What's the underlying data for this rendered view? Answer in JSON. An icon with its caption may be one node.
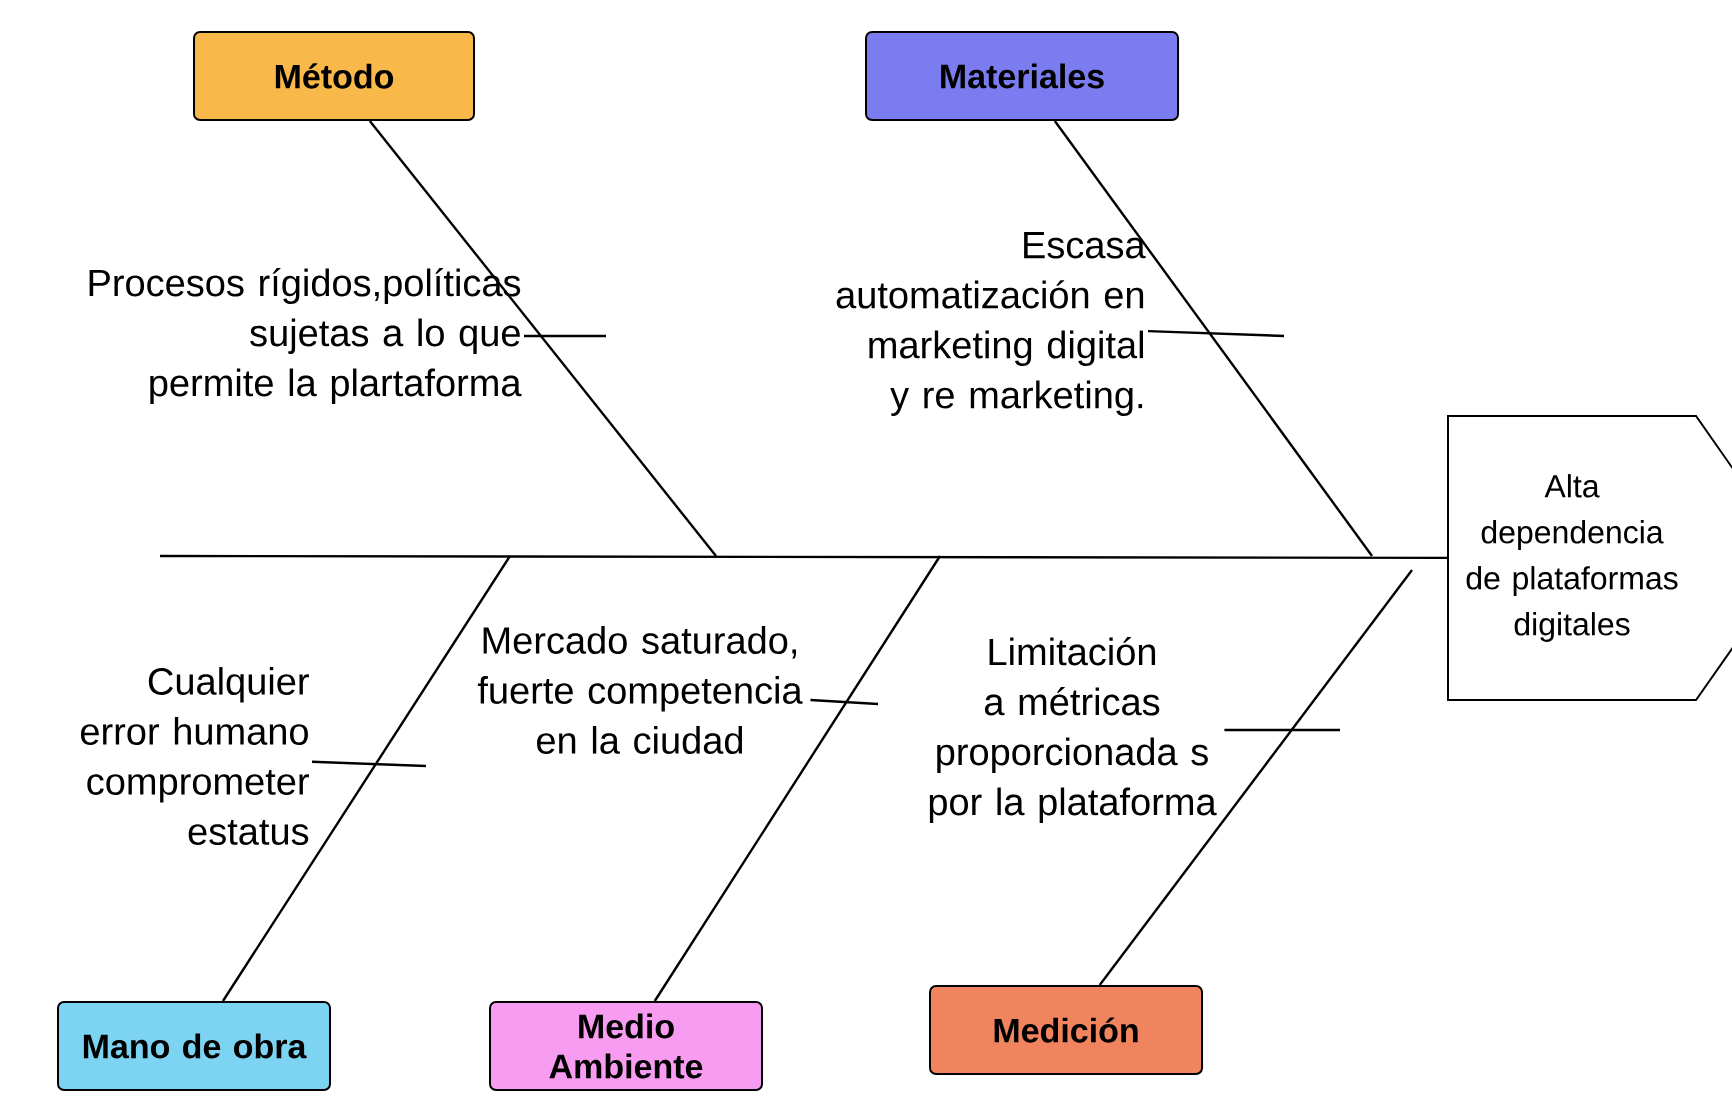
{
  "diagram": {
    "nodes": [
      {
        "text": [
          "Método"
        ]
      },
      {
        "text": [
          "Materiales"
        ]
      },
      {
        "text": [
          "Mano de obra"
        ]
      },
      {
        "text": [
          "Medio Ambiente"
        ]
      },
      {
        "text": [
          "Medición"
        ]
      },
      {
        "text": [
          "Alta dependencia de plataformas digitales"
        ]
      },
      {
        "text": [
          "Procesos rígidos,políticas sujetas a lo que permite la plartaforma"
        ]
      },
      {
        "text": [
          "Escasa automatización en marketing digital y re marketing."
        ]
      },
      {
        "text": [
          "Cualquier error humano comprometer estatus"
        ]
      },
      {
        "text": [
          "Mercado saturado, fuerte competencia en la ciudad"
        ]
      },
      {
        "text": [
          "Limitación a métricas proporcionada s por la plataforma"
        ]
      }
    ],
    "edges": [
      {
        "from": 0,
        "to": null,
        "arrow": "none"
      },
      {
        "from": 1,
        "to": null,
        "arrow": "none"
      },
      {
        "from": 2,
        "to": null,
        "arrow": "none"
      },
      {
        "from": 3,
        "to": null,
        "arrow": "none"
      },
      {
        "from": 4,
        "to": null,
        "arrow": "none"
      },
      {
        "from": null,
        "to": 5,
        "arrow": "none"
      },
      {
        "from": 6,
        "to": null,
        "arrow": "none"
      },
      {
        "from": 7,
        "to": null,
        "arrow": "none"
      },
      {
        "from": 8,
        "to": null,
        "arrow": "none"
      },
      {
        "from": 9,
        "to": null,
        "arrow": "none"
      },
      {
        "from": 10,
        "to": null,
        "arrow": "none"
      }
    ]
  }
}
